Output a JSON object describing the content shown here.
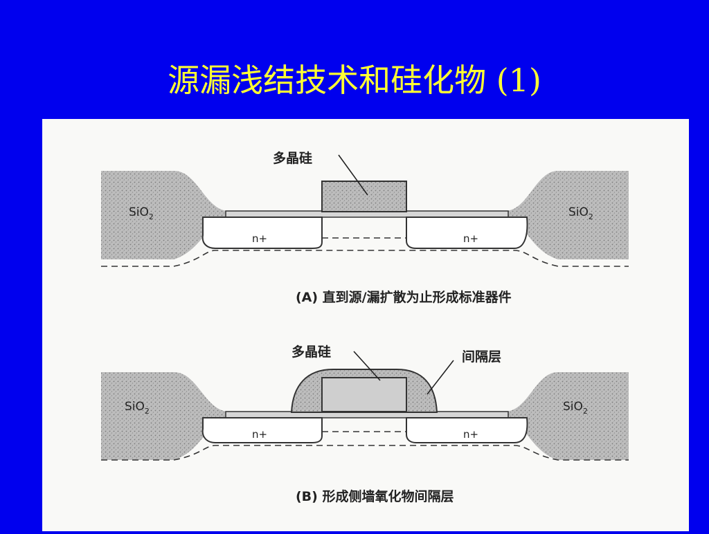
{
  "title": "源漏浅结技术和硅化物 (1)",
  "diagram_a": {
    "poly_label": "多晶硅",
    "sio2_left": "SiO",
    "sio2_right": "SiO",
    "sio2_sub": "2",
    "n_left": "n+",
    "n_right": "n+",
    "caption": "(A) 直到源/漏扩散为止形成标准器件"
  },
  "diagram_b": {
    "poly_label": "多晶硅",
    "spacer_label": "间隔层",
    "sio2_left": "SiO",
    "sio2_right": "SiO",
    "sio2_sub": "2",
    "n_left": "n+",
    "n_right": "n+",
    "caption": "(B) 形成侧墙氧化物间隔层"
  }
}
